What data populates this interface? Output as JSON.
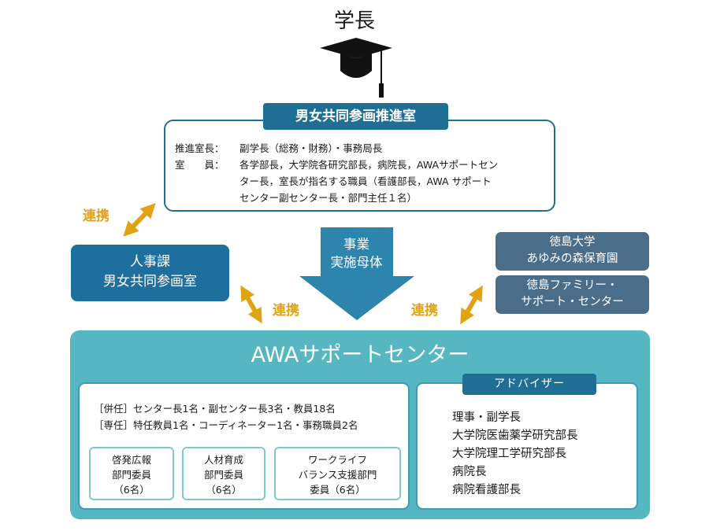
{
  "president": {
    "title": "学長",
    "icon": "graduation-cap"
  },
  "office": {
    "name": "男女共同参画推進室",
    "chief_label": "推進室長：",
    "chief_value": "副学長（総務・財務）・事務局長",
    "member_label": "室　　員：",
    "member_lines": [
      "各学部長，大学院各研究部長，病院長，AWAサポートセン",
      "ター長，室長が指名する職員（看護部長，AWA サポート",
      "センター副センター長・部門主任１名）"
    ]
  },
  "links": {
    "upper_left": "連携",
    "lower_left": "連携",
    "lower_right": "連携"
  },
  "hr": {
    "line1": "人事課",
    "line2": "男女共同参画室"
  },
  "arrow": {
    "line1": "事業",
    "line2": "実施母体"
  },
  "partners": {
    "nursery_line1": "徳島大学",
    "nursery_line2": "あゆみの森保育園",
    "family_line1": "徳島ファミリー・",
    "family_line2": "サポート・センター"
  },
  "awa": {
    "title": "AWAサポートセンター",
    "staff_line1": "［併任］センター長1名・副センター長3名・教員18名",
    "staff_line2": "［専任］特任教員1名・コーディネーター1名・事務職員2名",
    "committees": [
      {
        "line1": "啓発広報",
        "line2": "部門委員",
        "line3": "（6名）"
      },
      {
        "line1": "人材育成",
        "line2": "部門委員",
        "line3": "（6名）"
      },
      {
        "line1": "ワークライフ",
        "line2": "バランス支援部門",
        "line3": "委員（6名）"
      }
    ]
  },
  "advisors": {
    "title": "アドバイザー",
    "items": [
      "理事・副学長",
      "大学院医歯薬学研究部長",
      "大学院理工学研究部長",
      "病院長",
      "病院看護部長"
    ]
  },
  "colors": {
    "dark_blue": "#1f6f95",
    "hr_blue": "#1f6f9e",
    "slate_blue": "#4a6e8a",
    "teal": "#56b7c2",
    "link_gold": "#e0a313",
    "arrow_blue": "#2d84ad"
  }
}
